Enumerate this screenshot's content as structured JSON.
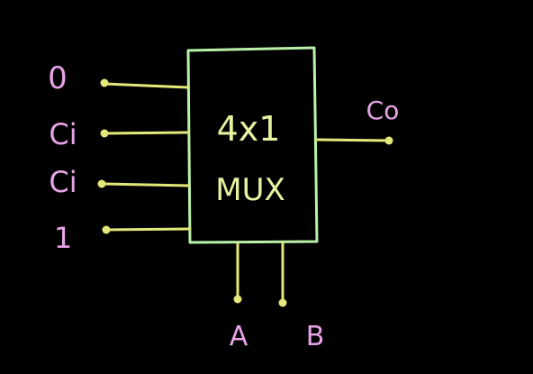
{
  "diagram": {
    "block": {
      "line1": "4x1",
      "line2": "MUX"
    },
    "inputs": [
      {
        "label": "0"
      },
      {
        "label": "Ci"
      },
      {
        "label": "Ci"
      },
      {
        "label": "1"
      }
    ],
    "output": {
      "label": "Co"
    },
    "selects": [
      {
        "label": "A"
      },
      {
        "label": "B"
      }
    ],
    "colors": {
      "background": "#000000",
      "block_outline": "#b9f2a8",
      "block_text": "#e6f2a0",
      "wire": "#e2e879",
      "input_label": "#e7a3e6",
      "output_label": "#e7a3e6",
      "select_label": "#e7a3e6"
    }
  }
}
